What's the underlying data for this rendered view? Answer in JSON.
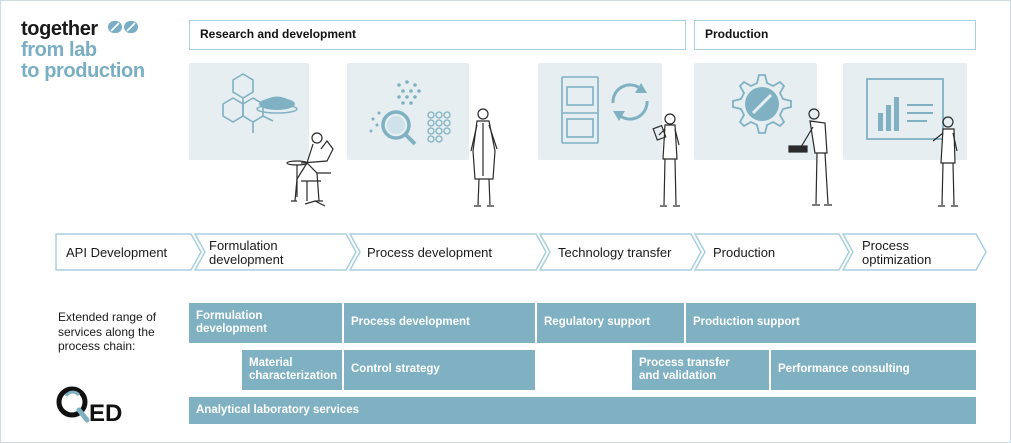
{
  "title": {
    "line1": "together",
    "line2": "from lab",
    "line3": "to production"
  },
  "phases": {
    "rd": "Research and development",
    "production": "Production"
  },
  "chain": [
    {
      "label": "API Development"
    },
    {
      "label": "Formulation development"
    },
    {
      "label": "Process development"
    },
    {
      "label": "Technology transfer"
    },
    {
      "label": "Production"
    },
    {
      "label": "Process optimization"
    }
  ],
  "services_label": "Extended range of services along the process chain:",
  "services": {
    "formulation": "Formulation development",
    "process_dev": "Process development",
    "regulatory": "Regulatory support",
    "production_support": "Production support",
    "material": "Material characterization",
    "control": "Control strategy",
    "transfer": "Process transfer and validation",
    "performance": "Performance consulting",
    "analytical": "Analytical laboratory services"
  },
  "logo": {
    "text": "ED"
  },
  "colors": {
    "accent": "#7fb1c3",
    "accent_light": "#a8cfdf",
    "panel": "#e6eef1",
    "title_light": "#79aec4"
  }
}
